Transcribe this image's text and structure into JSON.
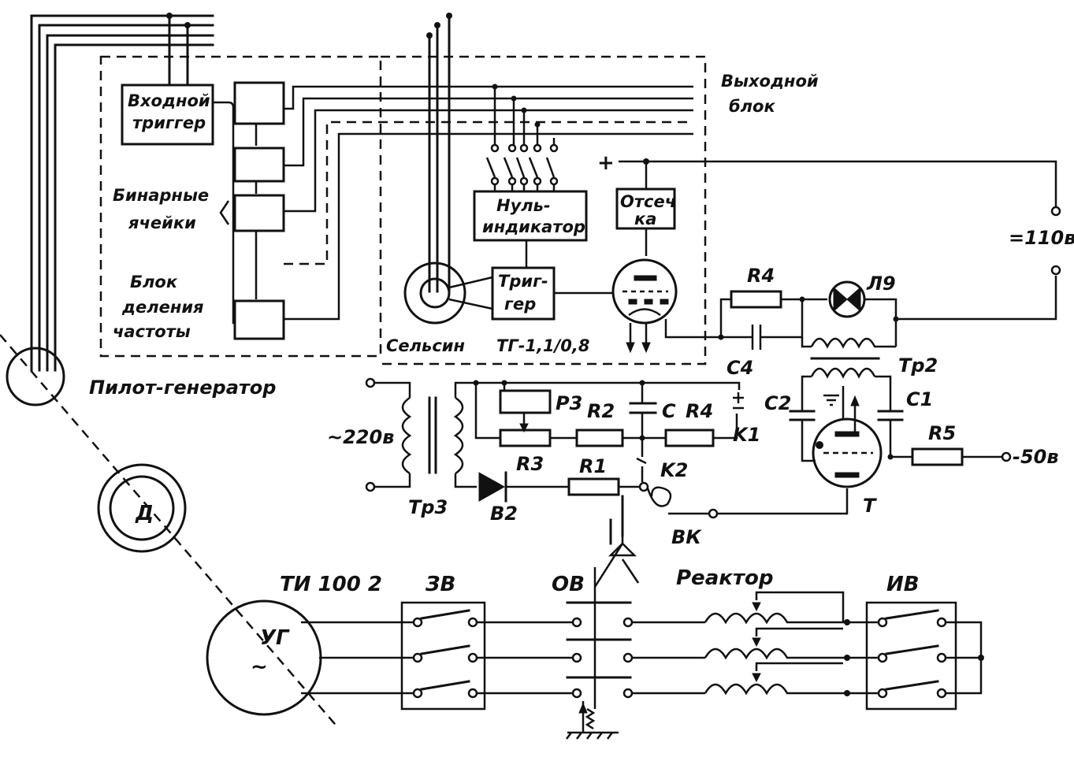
{
  "labels": {
    "input_trigger_1": "Входной",
    "input_trigger_2": "триггер",
    "binary_cells_1": "Бинарные",
    "binary_cells_2": "ячейки",
    "freq_div_1": "Блок",
    "freq_div_2": "деления",
    "freq_div_3": "частоты",
    "pilot_gen": "Пилот-генератор",
    "output_block_1": "Выходной",
    "output_block_2": "блок",
    "null_ind_1": "Нуль-",
    "null_ind_2": "индикатор",
    "cutoff_1": "Отсеч",
    "cutoff_2": "ка",
    "trigger_1": "Триг-",
    "trigger_2": "гер",
    "selsyn": "Сельсин",
    "tg": "ТГ-1,1/0,8",
    "r4_top": "R4",
    "c4": "C4",
    "lamp": "Л9",
    "tr2": "Тр2",
    "v110": "=110в",
    "v220": "~220в",
    "tr3": "Тр3",
    "p3": "P3",
    "r2": "R2",
    "c": "C",
    "r4": "R4",
    "k1": "K1",
    "k2": "K2",
    "r3": "R3",
    "r1": "R1",
    "b2": "B2",
    "bk": "ВК",
    "c2": "C2",
    "c1": "C1",
    "r5": "R5",
    "v50": "-50в",
    "t": "T",
    "motor": "Д",
    "ti": "ТИ 100 2",
    "ug": "УГ",
    "ug_tilde": "~",
    "zv": "ЗВ",
    "ov": "ОВ",
    "reactor": "Реактор",
    "iv": "ИВ"
  }
}
